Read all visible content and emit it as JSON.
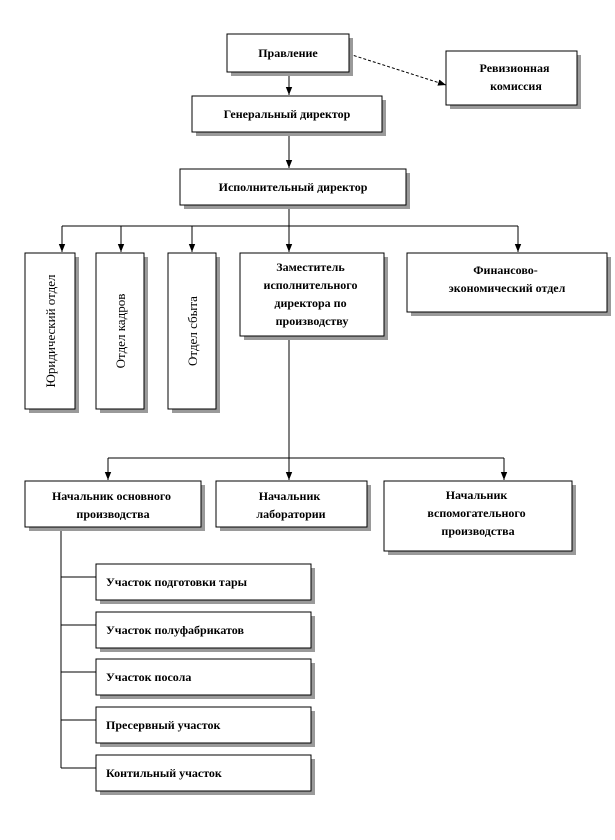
{
  "nodes": {
    "board": {
      "lines": [
        "Правление"
      ]
    },
    "audit": {
      "lines": [
        "Ревизионная",
        "комиссия"
      ]
    },
    "ceo": {
      "lines": [
        "Генеральный директор"
      ]
    },
    "exec": {
      "lines": [
        "Исполнительный директор"
      ]
    },
    "legal": {
      "lines": [
        "Юридический отдел"
      ]
    },
    "hr": {
      "lines": [
        "Отдел кадров"
      ]
    },
    "sales": {
      "lines": [
        "Отдел сбыта"
      ]
    },
    "deputy": {
      "lines": [
        "Заместитель",
        "исполнительного",
        "директора по",
        "производству"
      ]
    },
    "finance": {
      "lines": [
        "Финансово-",
        "экономический отдел"
      ]
    },
    "mainprod": {
      "lines": [
        "Начальник основного",
        "производства"
      ]
    },
    "lab": {
      "lines": [
        "Начальник",
        "лаборатории"
      ]
    },
    "auxprod": {
      "lines": [
        "Начальник",
        "вспомогательного",
        "производства"
      ]
    },
    "sec1": {
      "lines": [
        "Участок подготовки тары"
      ]
    },
    "sec2": {
      "lines": [
        "Участок полуфабрикатов"
      ]
    },
    "sec3": {
      "lines": [
        "Участок посола"
      ]
    },
    "sec4": {
      "lines": [
        "Пресервный участок"
      ]
    },
    "sec5": {
      "lines": [
        "Контильный участок"
      ]
    }
  }
}
